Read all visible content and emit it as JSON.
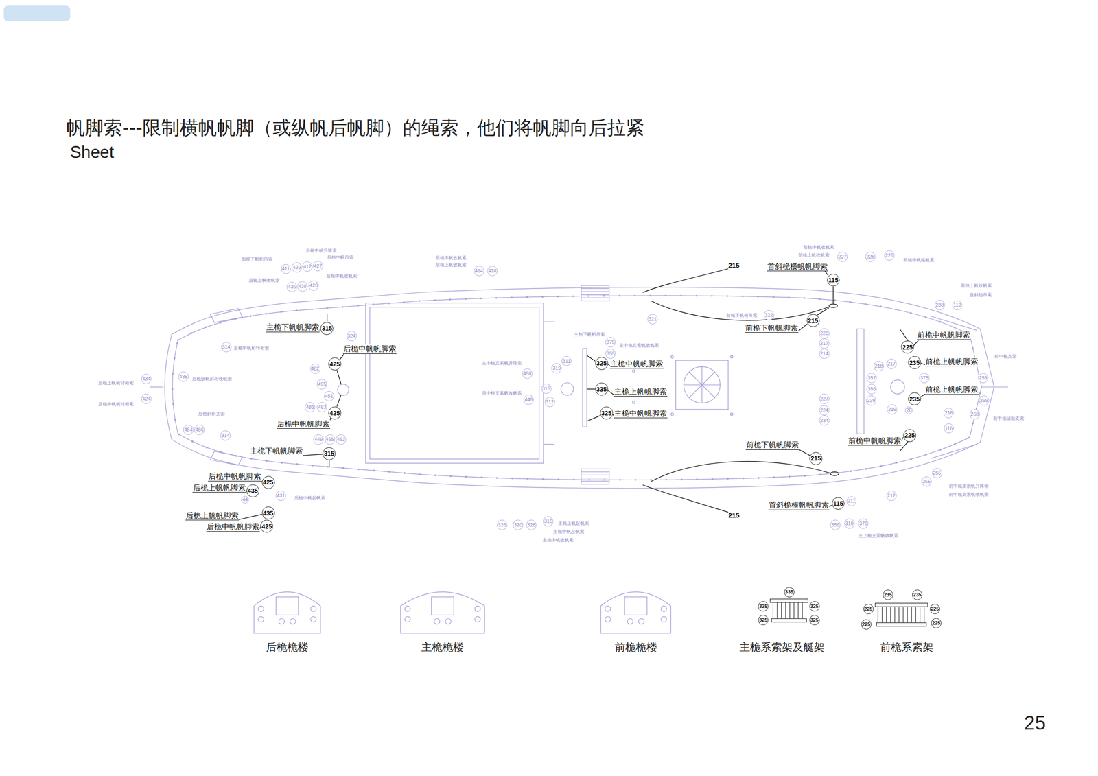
{
  "diagram": {
    "title": "帆脚索---限制横帆帆脚（或纵帆后帆脚）的绳索，他们将帆脚向后拉紧",
    "nodes": [
      {
        "text": [
          "115"
        ]
      },
      {
        "text": [
          "215"
        ]
      },
      {
        "text": [
          "225"
        ]
      },
      {
        "text": [
          "235"
        ]
      },
      {
        "text": [
          "235"
        ]
      },
      {
        "text": [
          "225"
        ]
      },
      {
        "text": [
          "215"
        ]
      },
      {
        "text": [
          "115"
        ]
      },
      {
        "text": [
          "325"
        ]
      },
      {
        "text": [
          "335"
        ]
      },
      {
        "text": [
          "325"
        ]
      },
      {
        "text": [
          "315"
        ]
      },
      {
        "text": [
          "425"
        ]
      },
      {
        "text": [
          "425"
        ]
      },
      {
        "text": [
          "315"
        ]
      },
      {
        "text": [
          "425"
        ]
      },
      {
        "text": [
          "435"
        ]
      },
      {
        "text": [
          "435"
        ]
      },
      {
        "text": [
          "425"
        ]
      },
      {
        "text": [
          "335"
        ]
      },
      {
        "text": [
          "325"
        ]
      },
      {
        "text": [
          "325"
        ]
      },
      {
        "text": [
          "325"
        ]
      },
      {
        "text": [
          "325"
        ]
      },
      {
        "text": [
          "235"
        ]
      },
      {
        "text": [
          "235"
        ]
      },
      {
        "text": [
          "225"
        ]
      },
      {
        "text": [
          "225"
        ]
      },
      {
        "text": [
          "225"
        ]
      },
      {
        "text": [
          "225"
        ]
      },
      {
        "text": [
          "411"
        ]
      },
      {
        "text": [
          "422"
        ]
      },
      {
        "text": [
          "412"
        ]
      },
      {
        "text": [
          "427"
        ]
      },
      {
        "text": [
          "436"
        ]
      },
      {
        "text": [
          "438"
        ]
      },
      {
        "text": [
          "420"
        ]
      },
      {
        "text": [
          "414"
        ]
      },
      {
        "text": [
          "428"
        ]
      },
      {
        "text": [
          "314"
        ]
      },
      {
        "text": [
          "324"
        ]
      },
      {
        "text": [
          "434"
        ]
      },
      {
        "text": [
          "424"
        ]
      },
      {
        "text": [
          "485"
        ]
      },
      {
        "text": [
          "482"
        ]
      },
      {
        "text": [
          "495"
        ]
      },
      {
        "text": [
          "451"
        ]
      },
      {
        "text": [
          "481"
        ]
      },
      {
        "text": [
          "483"
        ]
      },
      {
        "text": [
          "484"
        ]
      },
      {
        "text": [
          "486"
        ]
      },
      {
        "text": [
          "314"
        ]
      },
      {
        "text": [
          "449"
        ]
      },
      {
        "text": [
          "455"
        ]
      },
      {
        "text": [
          "453"
        ]
      },
      {
        "text": [
          "431"
        ]
      },
      {
        "text": [
          "44"
        ]
      },
      {
        "text": [
          "321"
        ]
      },
      {
        "text": [
          "322"
        ]
      },
      {
        "text": [
          "375"
        ]
      },
      {
        "text": [
          "355"
        ]
      },
      {
        "text": [
          "311"
        ]
      },
      {
        "text": [
          "319"
        ]
      },
      {
        "text": [
          "458"
        ]
      },
      {
        "text": [
          "315"
        ]
      },
      {
        "text": [
          "448"
        ]
      },
      {
        "text": [
          "312"
        ]
      },
      {
        "text": [
          "326"
        ]
      },
      {
        "text": [
          "320"
        ]
      },
      {
        "text": [
          "328"
        ]
      },
      {
        "text": [
          "316"
        ]
      },
      {
        "text": [
          "227"
        ]
      },
      {
        "text": [
          "228"
        ]
      },
      {
        "text": [
          "226"
        ]
      },
      {
        "text": [
          "238"
        ]
      },
      {
        "text": [
          "112"
        ]
      },
      {
        "text": [
          "228"
        ]
      },
      {
        "text": [
          "217"
        ]
      },
      {
        "text": [
          "214"
        ]
      },
      {
        "text": [
          "218"
        ]
      },
      {
        "text": [
          "217"
        ]
      },
      {
        "text": [
          "357"
        ]
      },
      {
        "text": [
          "356"
        ]
      },
      {
        "text": [
          "229"
        ]
      },
      {
        "text": [
          "375"
        ]
      },
      {
        "text": [
          "227"
        ]
      },
      {
        "text": [
          "224"
        ]
      },
      {
        "text": [
          "234"
        ]
      },
      {
        "text": [
          "219"
        ]
      },
      {
        "text": [
          "26"
        ]
      },
      {
        "text": [
          "216"
        ]
      },
      {
        "text": [
          "259"
        ]
      },
      {
        "text": [
          "269"
        ]
      },
      {
        "text": [
          "268"
        ]
      },
      {
        "text": [
          "116"
        ]
      },
      {
        "text": [
          "212"
        ]
      },
      {
        "text": [
          "211"
        ]
      },
      {
        "text": [
          "265"
        ]
      },
      {
        "text": [
          "255"
        ]
      },
      {
        "text": [
          "359"
        ]
      },
      {
        "text": [
          "310"
        ]
      },
      {
        "text": [
          "379"
        ]
      }
    ],
    "labels": [
      "Sheet",
      "25",
      "215",
      "215",
      "首斜桅横帆帆脚索",
      "前桅下帆帆脚索",
      "前桅中帆帆脚索",
      "前桅上帆帆脚索",
      "前桅上帆帆脚索",
      "前桅中帆帆脚索",
      "前桅下帆帆脚索",
      "首斜桅横帆帆脚索",
      "主桅中帆帆脚索",
      "主桅上帆帆脚索",
      "主桅中帆帆脚索",
      "主桅下帆帆脚索",
      "后桅中帆帆脚索",
      "后桅中帆帆脚索",
      "主桅下帆帆脚索",
      "后桅中帆帆脚索",
      "后桅上帆帆脚索",
      "后桅上帆帆脚索",
      "后桅中帆帆脚索",
      "后桅桅楼",
      "主桅桅楼",
      "前桅桅楼",
      "主桅系索架及艇架",
      "前桅系索架",
      "后桅中帆升降索",
      "后桅下帆桁吊索",
      "后桅中帆吊索",
      "后桅上帆收帆索",
      "后桅中帆收帆索",
      "后桅中帆收帆索",
      "后桅上帆收帆索",
      "前桅中帆收帆索",
      "前桅上帆收帆索",
      "前桅中帆缩帆索",
      "前桅上帆收帆索",
      "首斜桅吊索",
      "后桅上帆桁转桁索",
      "后桅中帆桁转桁索",
      "主桅中帆桁转桁索",
      "后桅纵帆斜桁收帆索",
      "主桅上帆起帆索",
      "主桅中帆起帆索",
      "主桅中帆收帆索",
      "前桅下帆桁吊索",
      "前中桅支索",
      "前中桅辅助支索",
      "主上桅支索帆收帆索",
      "前中桅支索帆升降索",
      "前中桅支索帆收帆索",
      "后桅中帆起帆索",
      "后桅斜桁支索",
      "主中桅支索帆升降索",
      "后中桅支索帆收帆索",
      "主桅下帆桁吊索",
      "主中桅支索帆收帆索"
    ]
  }
}
